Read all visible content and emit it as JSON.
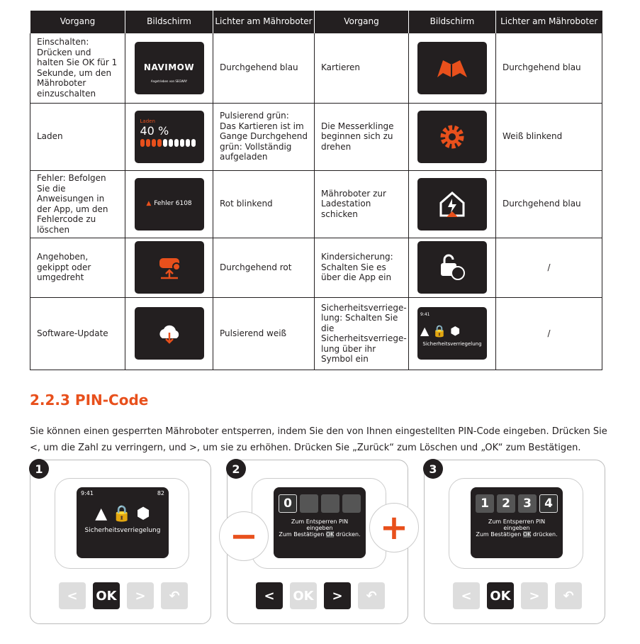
{
  "table": {
    "headers": [
      "Vorgang",
      "Bildschirm",
      "Lichter am Mähroboter",
      "Vorgang",
      "Bildschirm",
      "Lichter am Mähroboter"
    ],
    "rows": [
      {
        "left": {
          "action": "Einschalten: Drücken und halten Sie OK für 1 Sekunde, um den Mähroboter einzuschalten",
          "screen": "NAVIMOW",
          "screen_sub": "Angetrieben von  SEGWAY",
          "light": "Durchgehend blau"
        },
        "right": {
          "action": "Kartieren",
          "screen_icon": "map-icon",
          "light": "Durchgehend blau"
        }
      },
      {
        "left": {
          "action": "Laden",
          "screen_label": "Laden",
          "screen_value": "40 %",
          "charge_percent": 40,
          "light": "Pulsierend grün: Das Kartieren ist im Gange Durchgehend grün: Vollständig aufgeladen"
        },
        "right": {
          "action": "Die Messerklinge beginnen sich zu drehen",
          "screen_icon": "blade-gear-icon",
          "light": "Weiß blinkend"
        }
      },
      {
        "left": {
          "action": "Fehler: Befolgen Sie die Anweisungen in der App, um den Fehlercode zu löschen",
          "screen": "Fehler 6108",
          "light": "Rot blinkend"
        },
        "right": {
          "action": "Mähroboter zur Ladestation schicken",
          "screen_icon": "home-charge-icon",
          "light": "Durchgehend blau"
        }
      },
      {
        "left": {
          "action": "Angehoben, gekippt oder umgedreht",
          "screen_icon": "lifted-mower-icon",
          "light": "Durchgehend rot"
        },
        "right": {
          "action": "Kindersicherung: Schalten Sie es über die App ein",
          "screen_icon": "child-lock-icon",
          "light": "/"
        }
      },
      {
        "left": {
          "action": "Software-Update",
          "screen_icon": "cloud-download-icon",
          "light": "Pulsierend weiß"
        },
        "right": {
          "action": "Sicherheitsverriege-lung: Schalten Sie die Sicherheitsverriege-lung über ihr Symbol ein",
          "screen_time": "9:41",
          "screen": "Sicherheitsverriegelung",
          "light": "/"
        }
      }
    ]
  },
  "section": {
    "title": "2.2.3 PIN-Code",
    "text": "Sie können einen gesperrten Mähroboter entsperren, indem Sie den von Ihnen eingestellten PIN-Code eingeben. Drücken Sie <, um die Zahl zu verringern, und >, um sie zu erhöhen. Drücken Sie „Zurück“ zum Löschen und „OK“ zum Bestätigen."
  },
  "steps": [
    {
      "num": "1",
      "time": "9:41",
      "battery": "82",
      "label": "Sicherheitsverriegelung"
    },
    {
      "num": "2",
      "digits": [
        "0",
        "",
        "",
        ""
      ],
      "line1": "Zum Entsperren PIN",
      "line2": "eingeben",
      "line3a": "Zum Bestätigen",
      "ok": "OK",
      "line3b": "drücken."
    },
    {
      "num": "3",
      "digits": [
        "1",
        "2",
        "3",
        "4"
      ],
      "line1": "Zum Entsperren PIN",
      "line2": "eingeben",
      "line3a": "Zum Bestätigen",
      "ok": "OK",
      "line3b": "drücken."
    }
  ],
  "buttons": {
    "prev": "<",
    "ok": "OK",
    "next": ">",
    "back": "↶"
  },
  "colors": {
    "accent": "#e8501c",
    "dark": "#231f20"
  }
}
